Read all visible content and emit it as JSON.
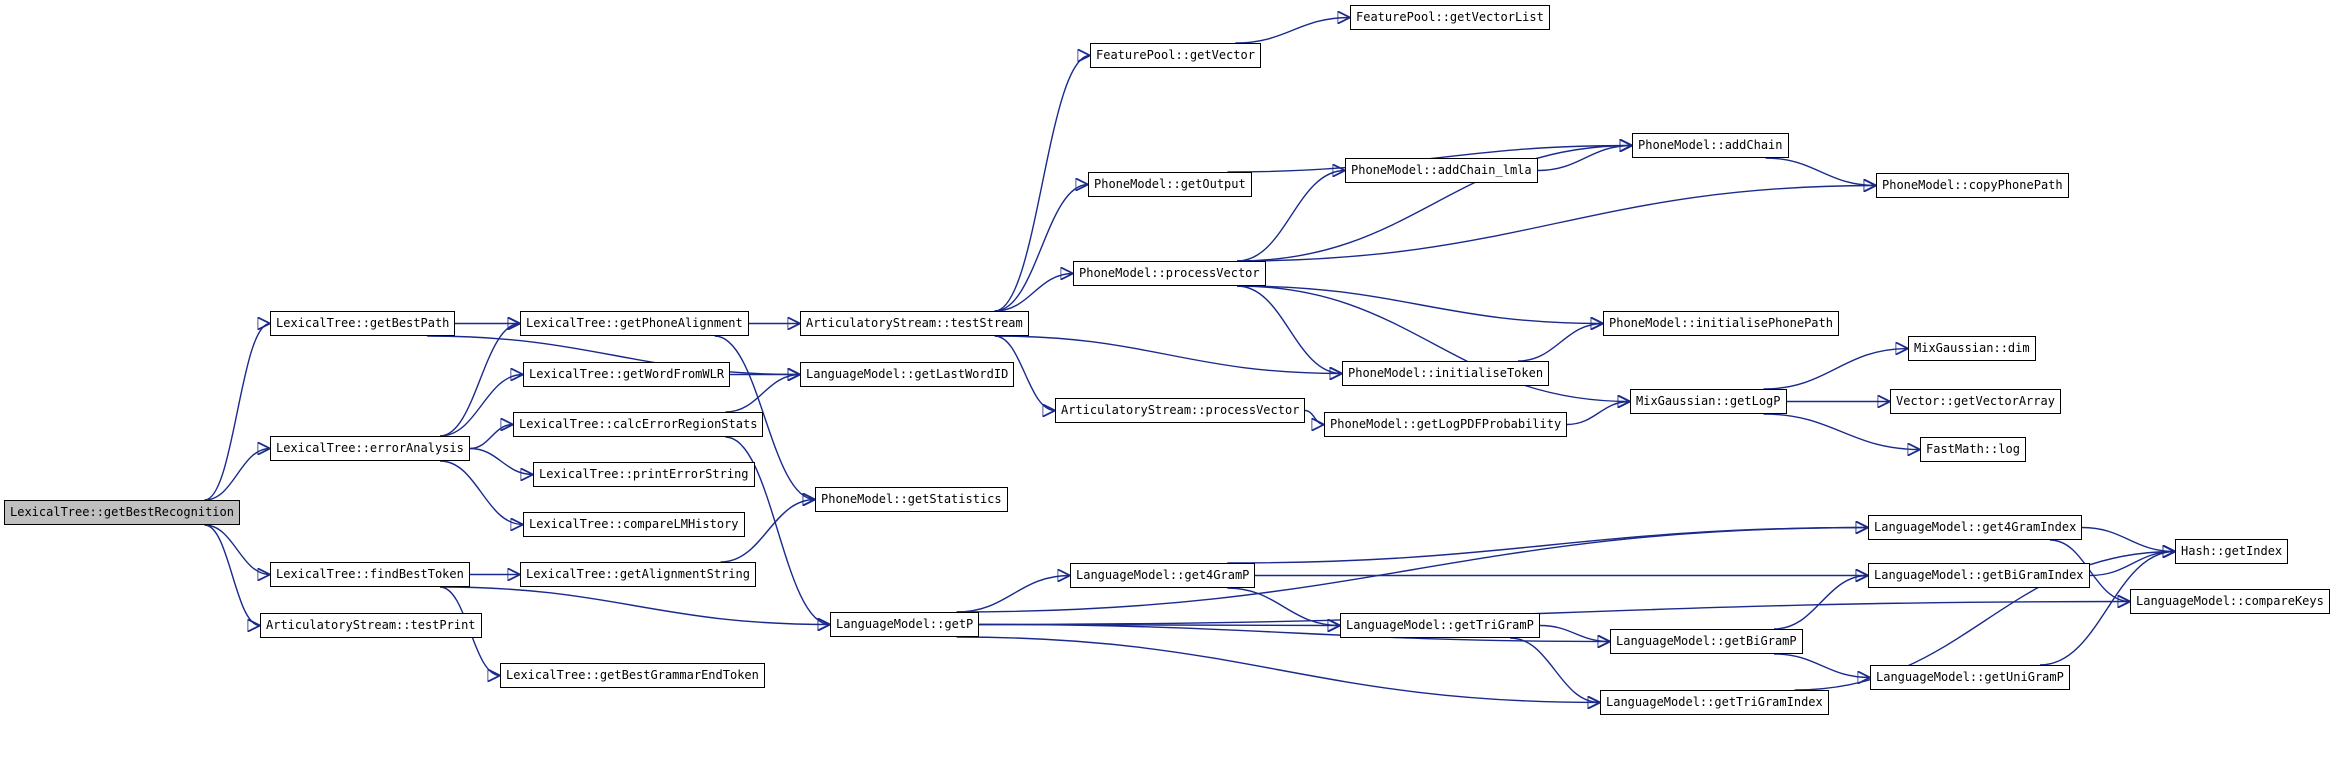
{
  "nodes": [
    {
      "id": "getBestRecognition",
      "label": "LexicalTree::getBestRecognition",
      "root": true
    },
    {
      "id": "getBestPath",
      "label": "LexicalTree::getBestPath"
    },
    {
      "id": "errorAnalysis",
      "label": "LexicalTree::errorAnalysis"
    },
    {
      "id": "findBestToken",
      "label": "LexicalTree::findBestToken"
    },
    {
      "id": "testPrint",
      "label": "ArticulatoryStream::testPrint"
    },
    {
      "id": "getPhoneAlignment",
      "label": "LexicalTree::getPhoneAlignment"
    },
    {
      "id": "getWordFromWLR",
      "label": "LexicalTree::getWordFromWLR"
    },
    {
      "id": "calcErrorRegionStats",
      "label": "LexicalTree::calcErrorRegionStats"
    },
    {
      "id": "printErrorString",
      "label": "LexicalTree::printErrorString"
    },
    {
      "id": "compareLMHistory",
      "label": "LexicalTree::compareLMHistory"
    },
    {
      "id": "getAlignmentString",
      "label": "LexicalTree::getAlignmentString"
    },
    {
      "id": "getBestGrammarEndToken",
      "label": "LexicalTree::getBestGrammarEndToken"
    },
    {
      "id": "testStream",
      "label": "ArticulatoryStream::testStream"
    },
    {
      "id": "getLastWordID",
      "label": "LanguageModel::getLastWordID"
    },
    {
      "id": "getStatistics",
      "label": "PhoneModel::getStatistics"
    },
    {
      "id": "getP",
      "label": "LanguageModel::getP"
    },
    {
      "id": "getVector",
      "label": "FeaturePool::getVector"
    },
    {
      "id": "getVectorList",
      "label": "FeaturePool::getVectorList"
    },
    {
      "id": "getOutput",
      "label": "PhoneModel::getOutput"
    },
    {
      "id": "pmProcessVector",
      "label": "PhoneModel::processVector"
    },
    {
      "id": "asProcessVector",
      "label": "ArticulatoryStream::processVector"
    },
    {
      "id": "addChain_lmla",
      "label": "PhoneModel::addChain_lmla"
    },
    {
      "id": "addChain",
      "label": "PhoneModel::addChain"
    },
    {
      "id": "copyPhonePath",
      "label": "PhoneModel::copyPhonePath"
    },
    {
      "id": "initialisePhonePath",
      "label": "PhoneModel::initialisePhonePath"
    },
    {
      "id": "initialiseToken",
      "label": "PhoneModel::initialiseToken"
    },
    {
      "id": "getLogPDFProbability",
      "label": "PhoneModel::getLogPDFProbability"
    },
    {
      "id": "getLogP",
      "label": "MixGaussian::getLogP"
    },
    {
      "id": "dim",
      "label": "MixGaussian::dim"
    },
    {
      "id": "getVectorArray",
      "label": "Vector::getVectorArray"
    },
    {
      "id": "fmLog",
      "label": "FastMath::log"
    },
    {
      "id": "get4GramP",
      "label": "LanguageModel::get4GramP"
    },
    {
      "id": "getTriGramP",
      "label": "LanguageModel::getTriGramP"
    },
    {
      "id": "getBiGramP",
      "label": "LanguageModel::getBiGramP"
    },
    {
      "id": "getTriGramIndex",
      "label": "LanguageModel::getTriGramIndex"
    },
    {
      "id": "get4GramIndex",
      "label": "LanguageModel::get4GramIndex"
    },
    {
      "id": "getBiGramIndex",
      "label": "LanguageModel::getBiGramIndex"
    },
    {
      "id": "getUniGramP",
      "label": "LanguageModel::getUniGramP"
    },
    {
      "id": "hashGetIndex",
      "label": "Hash::getIndex"
    },
    {
      "id": "compareKeys",
      "label": "LanguageModel::compareKeys"
    }
  ],
  "edges": [
    [
      "getBestRecognition",
      "getBestPath"
    ],
    [
      "getBestRecognition",
      "errorAnalysis"
    ],
    [
      "getBestRecognition",
      "findBestToken"
    ],
    [
      "getBestRecognition",
      "testPrint"
    ],
    [
      "getBestPath",
      "getPhoneAlignment"
    ],
    [
      "getBestPath",
      "getLastWordID"
    ],
    [
      "errorAnalysis",
      "getPhoneAlignment"
    ],
    [
      "errorAnalysis",
      "getWordFromWLR"
    ],
    [
      "errorAnalysis",
      "calcErrorRegionStats"
    ],
    [
      "errorAnalysis",
      "printErrorString"
    ],
    [
      "errorAnalysis",
      "compareLMHistory"
    ],
    [
      "findBestToken",
      "getAlignmentString"
    ],
    [
      "findBestToken",
      "getBestGrammarEndToken"
    ],
    [
      "findBestToken",
      "getP"
    ],
    [
      "getPhoneAlignment",
      "testStream"
    ],
    [
      "getPhoneAlignment",
      "getStatistics"
    ],
    [
      "getWordFromWLR",
      "getLastWordID"
    ],
    [
      "calcErrorRegionStats",
      "getLastWordID"
    ],
    [
      "calcErrorRegionStats",
      "getP"
    ],
    [
      "getAlignmentString",
      "getStatistics"
    ],
    [
      "testStream",
      "getVector"
    ],
    [
      "testStream",
      "getOutput"
    ],
    [
      "testStream",
      "pmProcessVector"
    ],
    [
      "testStream",
      "asProcessVector"
    ],
    [
      "testStream",
      "initialiseToken"
    ],
    [
      "getVector",
      "getVectorList"
    ],
    [
      "getOutput",
      "addChain"
    ],
    [
      "pmProcessVector",
      "addChain"
    ],
    [
      "pmProcessVector",
      "addChain_lmla"
    ],
    [
      "pmProcessVector",
      "copyPhonePath"
    ],
    [
      "pmProcessVector",
      "initialisePhonePath"
    ],
    [
      "pmProcessVector",
      "initialiseToken"
    ],
    [
      "pmProcessVector",
      "getLogP"
    ],
    [
      "addChain_lmla",
      "addChain"
    ],
    [
      "addChain",
      "copyPhonePath"
    ],
    [
      "initialiseToken",
      "initialisePhonePath"
    ],
    [
      "asProcessVector",
      "getLogPDFProbability"
    ],
    [
      "getLogPDFProbability",
      "getLogP"
    ],
    [
      "getLogP",
      "dim"
    ],
    [
      "getLogP",
      "getVectorArray"
    ],
    [
      "getLogP",
      "fmLog"
    ],
    [
      "getP",
      "get4GramP"
    ],
    [
      "getP",
      "getTriGramP"
    ],
    [
      "getP",
      "getBiGramP"
    ],
    [
      "getP",
      "getTriGramIndex"
    ],
    [
      "getP",
      "get4GramIndex"
    ],
    [
      "getP",
      "compareKeys"
    ],
    [
      "get4GramP",
      "getTriGramP"
    ],
    [
      "get4GramP",
      "get4GramIndex"
    ],
    [
      "get4GramP",
      "getBiGramIndex"
    ],
    [
      "getTriGramP",
      "getBiGramP"
    ],
    [
      "getTriGramP",
      "getTriGramIndex"
    ],
    [
      "getBiGramP",
      "getBiGramIndex"
    ],
    [
      "getBiGramP",
      "getUniGramP"
    ],
    [
      "getTriGramIndex",
      "hashGetIndex"
    ],
    [
      "get4GramIndex",
      "hashGetIndex"
    ],
    [
      "get4GramIndex",
      "compareKeys"
    ],
    [
      "getBiGramIndex",
      "hashGetIndex"
    ],
    [
      "getUniGramP",
      "hashGetIndex"
    ]
  ]
}
